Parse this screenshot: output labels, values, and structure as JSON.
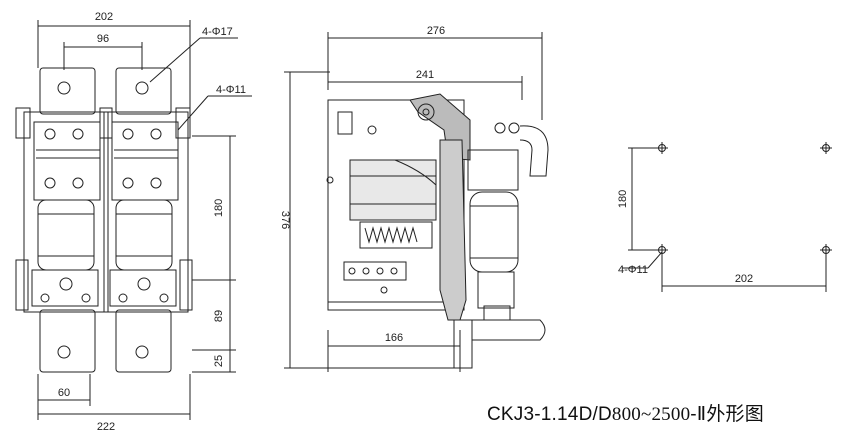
{
  "dimensions": {
    "front": {
      "overall_width": "202",
      "pole_pitch": "96",
      "hole_large": "4-Φ17",
      "hole_small": "4-Φ11",
      "height_mid": "180",
      "height_low": "89",
      "height_bottom": "25",
      "base_inner": "60",
      "base_overall": "222"
    },
    "side": {
      "overall_width": "276",
      "frame_width": "241",
      "overall_height": "376",
      "base_width": "166"
    },
    "mounting": {
      "vertical": "180",
      "holes": "4-Φ11",
      "horizontal": "202"
    }
  },
  "caption": {
    "model": "CKJ3-1.14D/D",
    "range": "800~2500",
    "suffix": "-Ⅱ外形图"
  }
}
